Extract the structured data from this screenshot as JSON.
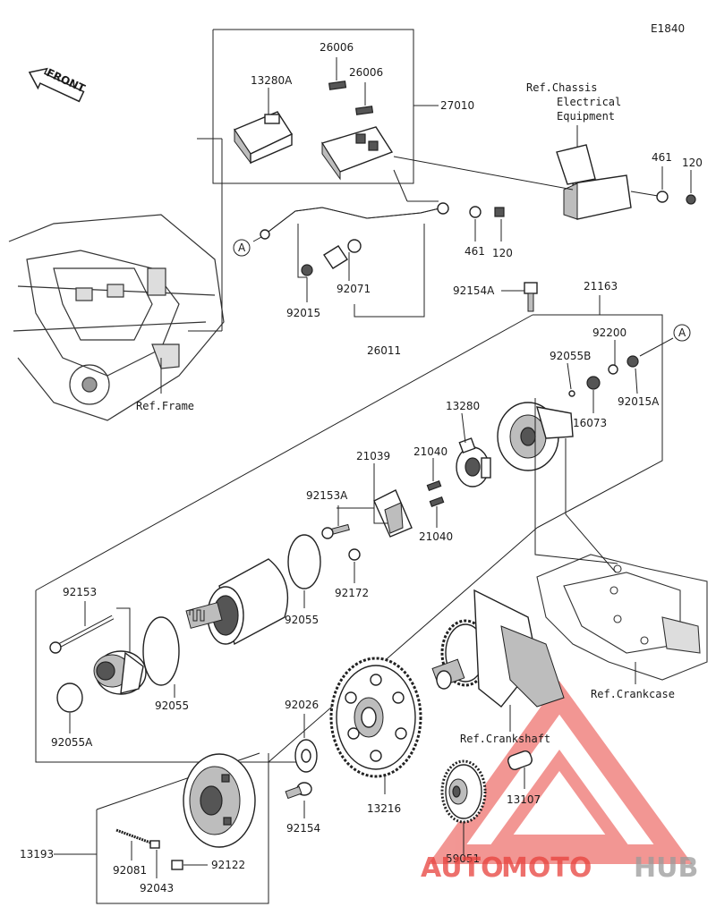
{
  "diagram_code": "E1840",
  "front_label": "FRONT",
  "callout_a": "A",
  "refs": {
    "chassis_line1": "Ref.Chassis",
    "chassis_line2": "Electrical",
    "chassis_line3": "Equipment",
    "frame": "Ref.Frame",
    "crankcase": "Ref.Crankcase",
    "crankshaft": "Ref.Crankshaft"
  },
  "parts": {
    "p26006_a": "26006",
    "p26006_b": "26006",
    "p13280A": "13280A",
    "p27010": "27010",
    "p461_a": "461",
    "p120_a": "120",
    "p461_b": "461",
    "p120_b": "120",
    "p92015": "92015",
    "p92071": "92071",
    "p26011": "26011",
    "p92154A": "92154A",
    "p21163": "21163",
    "p92200": "92200",
    "p92055B": "92055B",
    "p92015A": "92015A",
    "p16073": "16073",
    "p13280": "13280",
    "p21039": "21039",
    "p21040_a": "21040",
    "p21040_b": "21040",
    "p92153A": "92153A",
    "p92172": "92172",
    "p92055_a": "92055",
    "p92153": "92153",
    "p92055_b": "92055",
    "p92055A": "92055A",
    "p92026": "92026",
    "p13216": "13216",
    "p92154": "92154",
    "p13193": "13193",
    "p92081": "92081",
    "p92043": "92043",
    "p92122": "92122",
    "p13107": "13107",
    "p59051": "59051"
  },
  "watermark": {
    "part1": "AUTO",
    "part2": "MOTO",
    "part3": "HUB",
    "color_red": "#e8413c",
    "color_gray": "#9a9a9a"
  }
}
